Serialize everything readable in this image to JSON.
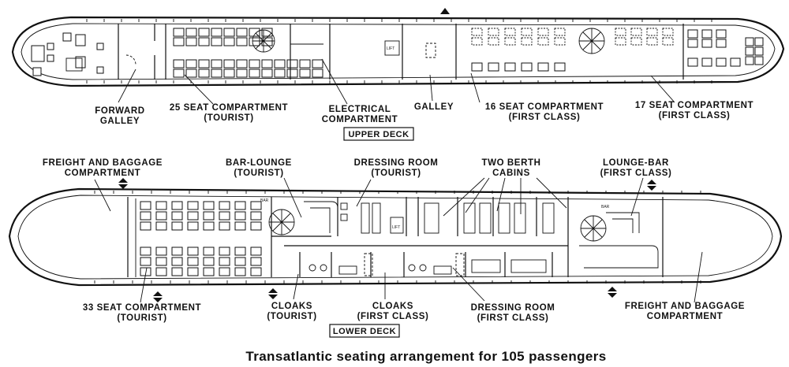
{
  "caption": "Transatlantic seating arrangement for 105 passengers",
  "decks": {
    "upper": "UPPER DECK",
    "lower": "LOWER DECK"
  },
  "upper_labels": {
    "forward_galley": [
      "FORWARD",
      "GALLEY"
    ],
    "seat25": [
      "25 SEAT COMPARTMENT",
      "(TOURIST)"
    ],
    "electrical": [
      "ELECTRICAL",
      "COMPARTMENT"
    ],
    "galley": [
      "GALLEY"
    ],
    "seat16": [
      "16 SEAT COMPARTMENT",
      "(FIRST CLASS)"
    ],
    "seat17": [
      "17 SEAT COMPARTMENT",
      "(FIRST CLASS)"
    ]
  },
  "lower_labels": {
    "freight_fwd": [
      "FREIGHT AND BAGGAGE",
      "COMPARTMENT"
    ],
    "bar_lounge": [
      "BAR-LOUNGE",
      "(TOURIST)"
    ],
    "dressing_tourist": [
      "DRESSING ROOM",
      "(TOURIST)"
    ],
    "two_berth": [
      "TWO BERTH",
      "CABINS"
    ],
    "lounge_bar": [
      "LOUNGE-BAR",
      "(FIRST CLASS)"
    ],
    "seat33": [
      "33 SEAT COMPARTMENT",
      "(TOURIST)"
    ],
    "cloaks_tourist": [
      "CLOAKS",
      "(TOURIST)"
    ],
    "cloaks_first": [
      "CLOAKS",
      "(FIRST CLASS)"
    ],
    "dressing_first": [
      "DRESSING ROOM",
      "(FIRST CLASS)"
    ],
    "freight_aft": [
      "FREIGHT AND BAGGAGE",
      "COMPARTMENT"
    ]
  },
  "small_marks": {
    "bar": "BAR",
    "lift": "LIFT",
    "bar_aft": "BAR"
  }
}
